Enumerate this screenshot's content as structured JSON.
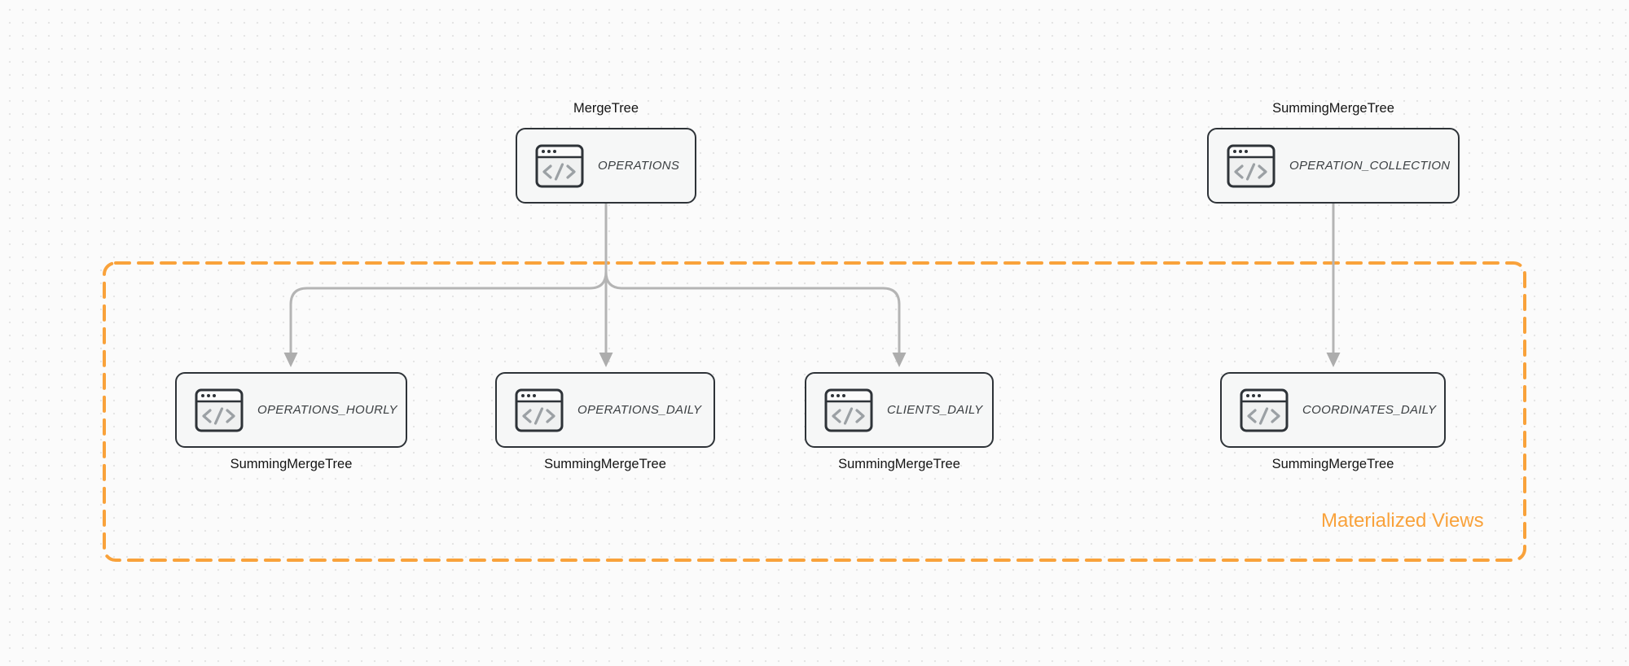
{
  "diagram": {
    "colors": {
      "accent_orange": "#F9A23B",
      "arrow": "#B4B4B4",
      "node_border": "#2E3338",
      "node_fill": "#F6F7F7",
      "node_text": "#3C4043",
      "label_text": "#141414",
      "background": "#FBFBFB",
      "dot": "#E5E5E5"
    },
    "icons": {
      "node_icon": "code-window-icon"
    },
    "group": {
      "label": "Materialized Views"
    },
    "nodes": {
      "operations": {
        "engine": "MergeTree",
        "table": "OPERATIONS"
      },
      "operation_collection": {
        "engine": "SummingMergeTree",
        "table": "OPERATION_COLLECTION"
      },
      "operations_hourly": {
        "engine": "SummingMergeTree",
        "table": "OPERATIONS_HOURLY"
      },
      "operations_daily": {
        "engine": "SummingMergeTree",
        "table": "OPERATIONS_DAILY"
      },
      "clients_daily": {
        "engine": "SummingMergeTree",
        "table": "CLIENTS_DAILY"
      },
      "coordinates_daily": {
        "engine": "SummingMergeTree",
        "table": "COORDINATES_DAILY"
      }
    }
  }
}
